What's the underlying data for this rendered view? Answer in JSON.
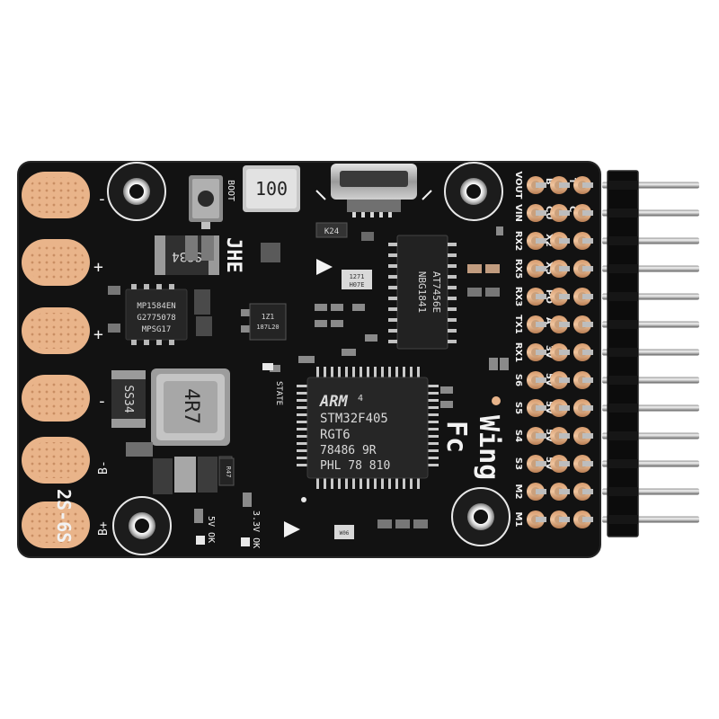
{
  "board": {
    "name_line1": "Wing",
    "name_line2": "Fc",
    "maker": "JHE",
    "voltage": "2S-6S",
    "boot_label": "BOOT",
    "state_label": "STATE",
    "led_5v": "5V OK",
    "led_3v3": "3.3V OK",
    "pad_labels": [
      "-",
      "+",
      "+",
      "-",
      "B-",
      "B+"
    ]
  },
  "components": {
    "mcu_brand": "ARM",
    "mcu_brand_suffix": "4",
    "mcu_lines": [
      "STM32F405",
      "RGT6",
      "78486 9R",
      "PHL 78 810"
    ],
    "osd_lines": [
      "AT7456E",
      "NBG1841"
    ],
    "regulator_lines": [
      "MP1584EN",
      "G2775078",
      "MPSG17"
    ],
    "inductor_large": "4R7",
    "inductor_small": "100",
    "diode_1": "SS34",
    "diode_2": "SS34",
    "baro_top": "1271",
    "baro_bottom": "H07E",
    "crystal": "K24",
    "imu_lines": [
      "1Z1",
      "187L20"
    ],
    "mosfet": "R47",
    "small_chip": "W06"
  },
  "header_rows": [
    {
      "label": "VOUT",
      "pins": [
        "B",
        "T",
        ""
      ]
    },
    {
      "label": "VIN",
      "pins": [
        "CU",
        "C",
        ""
      ]
    },
    {
      "label": "RX2",
      "pins": [
        "X2",
        "",
        ""
      ]
    },
    {
      "label": "RX5",
      "pins": [
        "X5",
        "",
        ""
      ]
    },
    {
      "label": "RX3",
      "pins": [
        "PO",
        "",
        ""
      ]
    },
    {
      "label": "TX1",
      "pins": [
        "A",
        "",
        ""
      ]
    },
    {
      "label": "RX1",
      "pins": [
        "3V",
        "",
        ""
      ]
    },
    {
      "label": "S6",
      "pins": [
        "5V",
        "",
        ""
      ]
    },
    {
      "label": "S5",
      "pins": [
        "5V",
        "",
        ""
      ]
    },
    {
      "label": "S4",
      "pins": [
        "5V",
        "",
        ""
      ]
    },
    {
      "label": "S3",
      "pins": [
        "5V",
        "",
        ""
      ]
    },
    {
      "label": "M2",
      "pins": [
        "",
        "",
        ""
      ]
    },
    {
      "label": "M1",
      "pins": [
        "",
        "",
        ""
      ]
    }
  ],
  "colors": {
    "pcb": "#121212",
    "silkscreen": "#f2f2f2",
    "gold_pad": "#e9b48a",
    "chip": "#2a2a2a",
    "pin_metal": "#b8b8b8",
    "header_plastic": "#0c0c0c"
  }
}
